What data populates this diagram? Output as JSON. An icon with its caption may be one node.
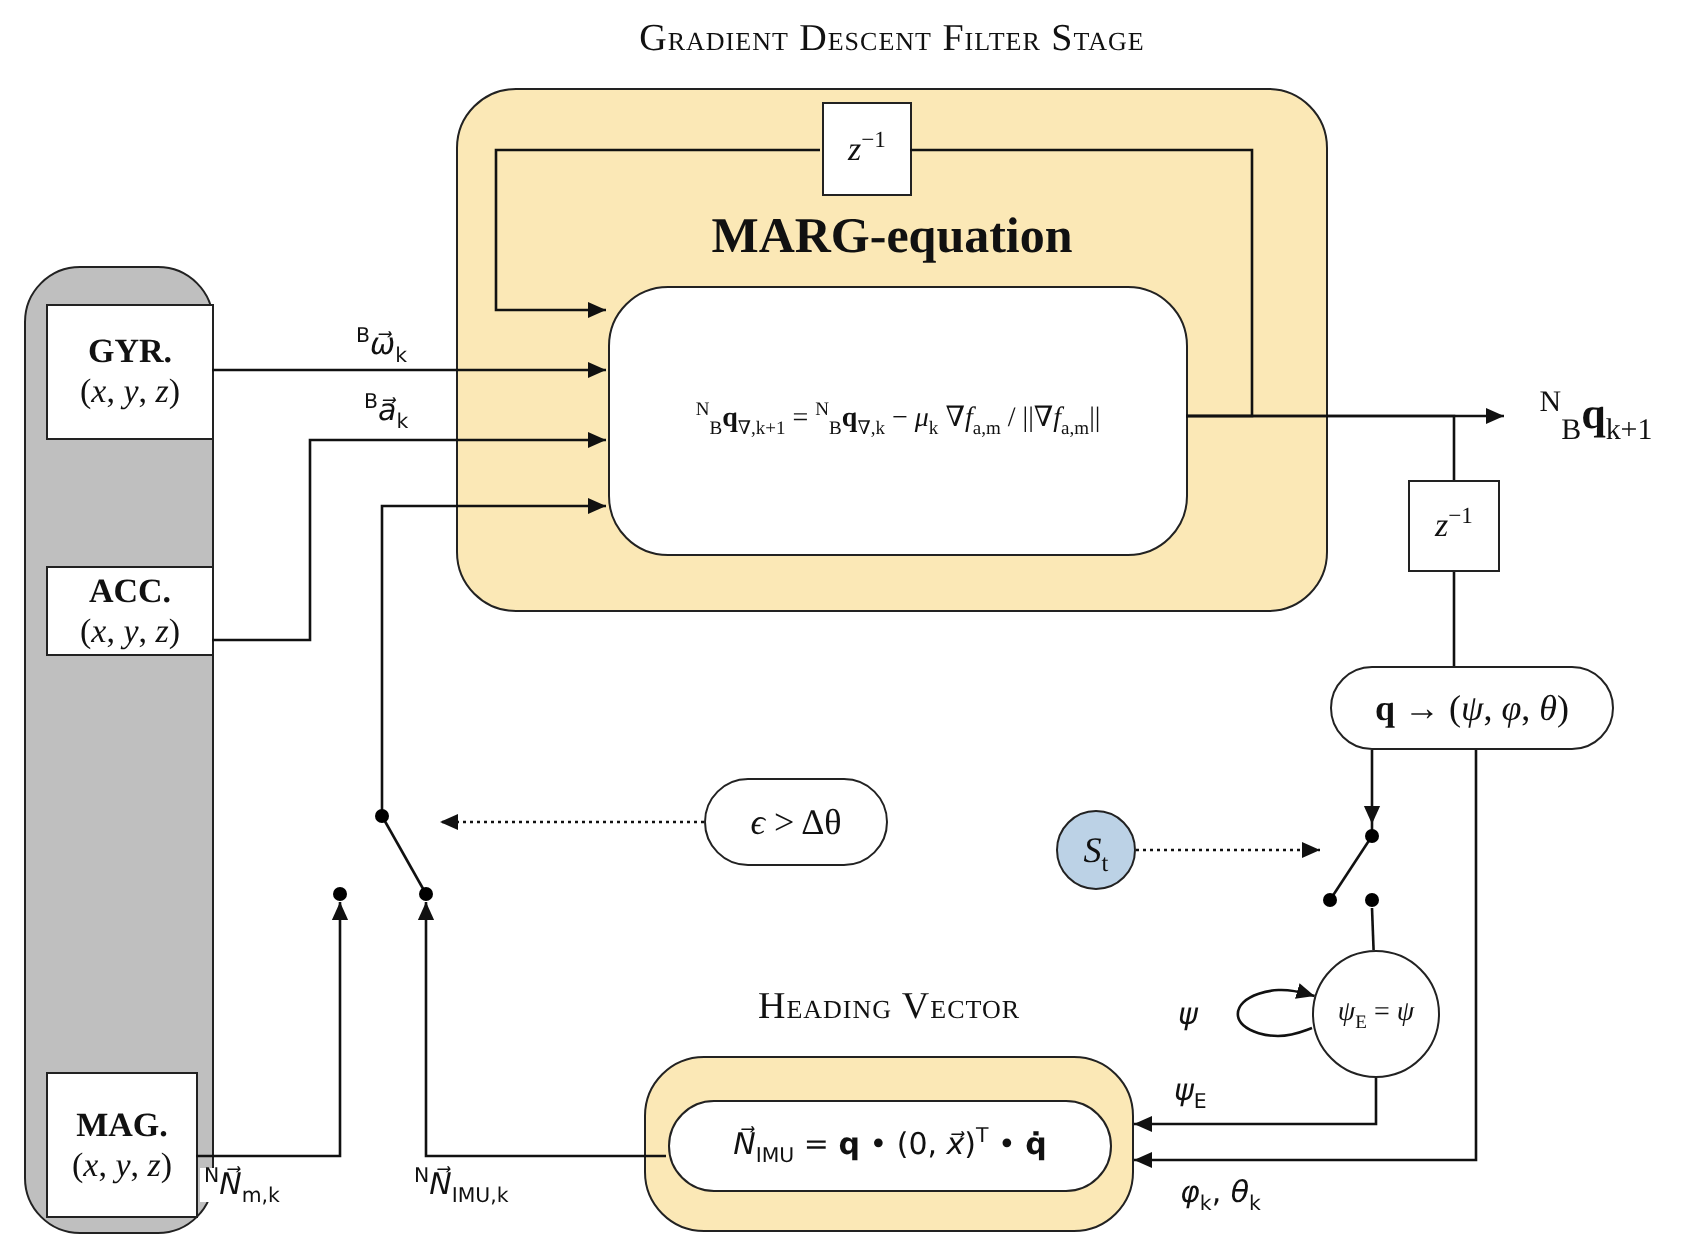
{
  "diagram": {
    "nodes": [
      {
        "text": [],
        "shape": "box"
      },
      {
        "text": [
          "GYR.",
          "(*x*, *y*, *z*)"
        ],
        "in": 0
      },
      {
        "text": [
          "ACC.",
          "(*x*, *y*, *z*)"
        ],
        "in": 0
      },
      {
        "text": [
          "MAG.",
          "(*x*, *y*, *z*)"
        ],
        "in": 0
      },
      {
        "text": [
          "Gradient Descent Filter Stage",
          "MARG-equation"
        ]
      },
      {
        "text": [
          "*z*$^{−1}$"
        ],
        "in": 4
      },
      {
        "text": [
          "$^{N}$$_{B}$**q**$_{∇,k+1}$ = $^{N}$$_{B}$**q**$_{∇,k}$ − *μ*$_{k}$ ∇*f*$_{a,m}$ / ||∇*f*$_{a,m}$||"
        ],
        "in": 4
      },
      {
        "text": [
          "$^{N}$$_{B}$**q**$_{k+1}$"
        ]
      },
      {
        "text": [
          "*z*$^{−1}$"
        ]
      },
      {
        "text": [
          "**q** → (*ψ*, *φ*, *θ*)"
        ]
      },
      {
        "text": [
          "*ϵ* > Δθ"
        ]
      },
      {
        "text": [
          "*S*$_{t}$"
        ]
      },
      {
        "text": [
          "*ψ*$_{E}$ = *ψ*"
        ]
      },
      {
        "text": [
          "Heading Vector"
        ]
      },
      {
        "text": [
          "*N⃗*$_{IMU}$ = **q** • (0, *x⃗*)$^{T}$ • **q̇**"
        ],
        "in": 13
      },
      {
        "text": [],
        "shape": "switch"
      },
      {
        "text": [],
        "shape": "switch"
      }
    ],
    "edges": [
      {
        "from": 1,
        "to": 6,
        "arrow": "to",
        "label": "$^{B}$*ω⃗*$_{k}$"
      },
      {
        "from": 2,
        "to": 6,
        "arrow": "to",
        "label": "$^{B}$*a⃗*$_{k}$"
      },
      {
        "from": 5,
        "to": 6,
        "arrow": "to"
      },
      {
        "from": 6,
        "to": 5,
        "arrow": "none"
      },
      {
        "from": 6,
        "to": 7,
        "arrow": "to"
      },
      {
        "from": 6,
        "to": 8,
        "arrow": "none"
      },
      {
        "from": 8,
        "to": 9,
        "arrow": "none"
      },
      {
        "from": 9,
        "to": 16,
        "arrow": "to"
      },
      {
        "from": 9,
        "to": 13,
        "arrow": "to",
        "label": "*φ*$_{k}$, *θ*$_{k}$"
      },
      {
        "from": 16,
        "to": 12,
        "arrow": "none"
      },
      {
        "from": 11,
        "to": 16,
        "arrow": "to",
        "style": "dashed"
      },
      {
        "from": 10,
        "to": 15,
        "arrow": "to",
        "style": "dashed"
      },
      {
        "from": null,
        "to": 12,
        "arrow": "to",
        "label": "*ψ*"
      },
      {
        "from": 12,
        "to": 13,
        "arrow": "to",
        "label": "*ψ*$_{E}$"
      },
      {
        "from": 15,
        "to": 6,
        "arrow": "to"
      },
      {
        "from": 3,
        "to": 15,
        "arrow": "to",
        "label": "$^{N}$*N⃗*$_{m,k}$"
      },
      {
        "from": 14,
        "to": 15,
        "arrow": "to",
        "label": "$^{N}$*N⃗*$_{IMU,k}$"
      }
    ]
  }
}
